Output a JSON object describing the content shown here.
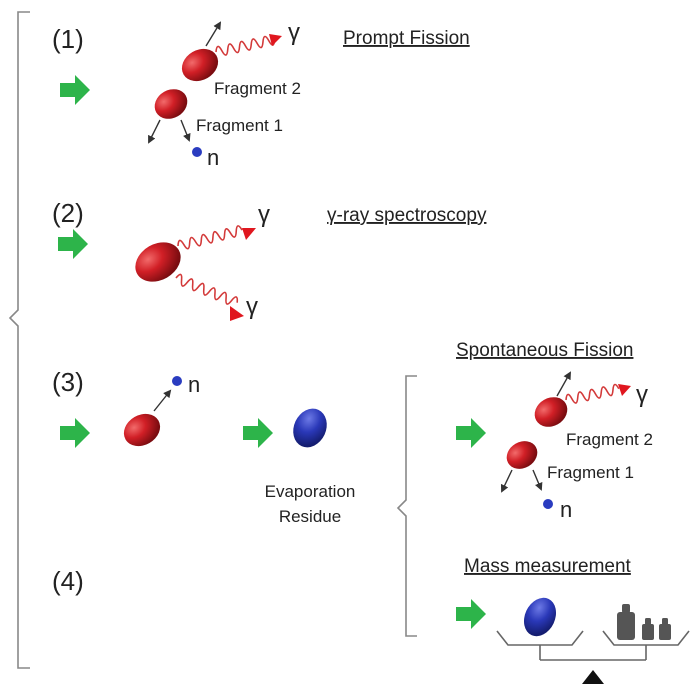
{
  "steps": [
    {
      "label": "(1)",
      "title": "Prompt Fission"
    },
    {
      "label": "(2)",
      "title": "γ-ray spectroscopy"
    },
    {
      "label": "(3)",
      "title": ""
    },
    {
      "label": "(4)",
      "title": ""
    }
  ],
  "particles": {
    "fragment_1": "Fragment 1",
    "fragment_2": "Fragment 2",
    "neutron": "n",
    "gamma": "γ"
  },
  "residue": {
    "line1": "Evaporation",
    "line2": "Residue"
  },
  "branches": {
    "spontaneous_fission": "Spontaneous Fission",
    "mass_measurement": "Mass measurement"
  },
  "colors": {
    "fragment": "#c8161d",
    "residue": "#2535b0",
    "neutron": "#2a3cc0",
    "arrow_green": "#2db44a",
    "gamma_wave": "#d33a3a",
    "bracket": "#777777",
    "weight": "#555555"
  }
}
